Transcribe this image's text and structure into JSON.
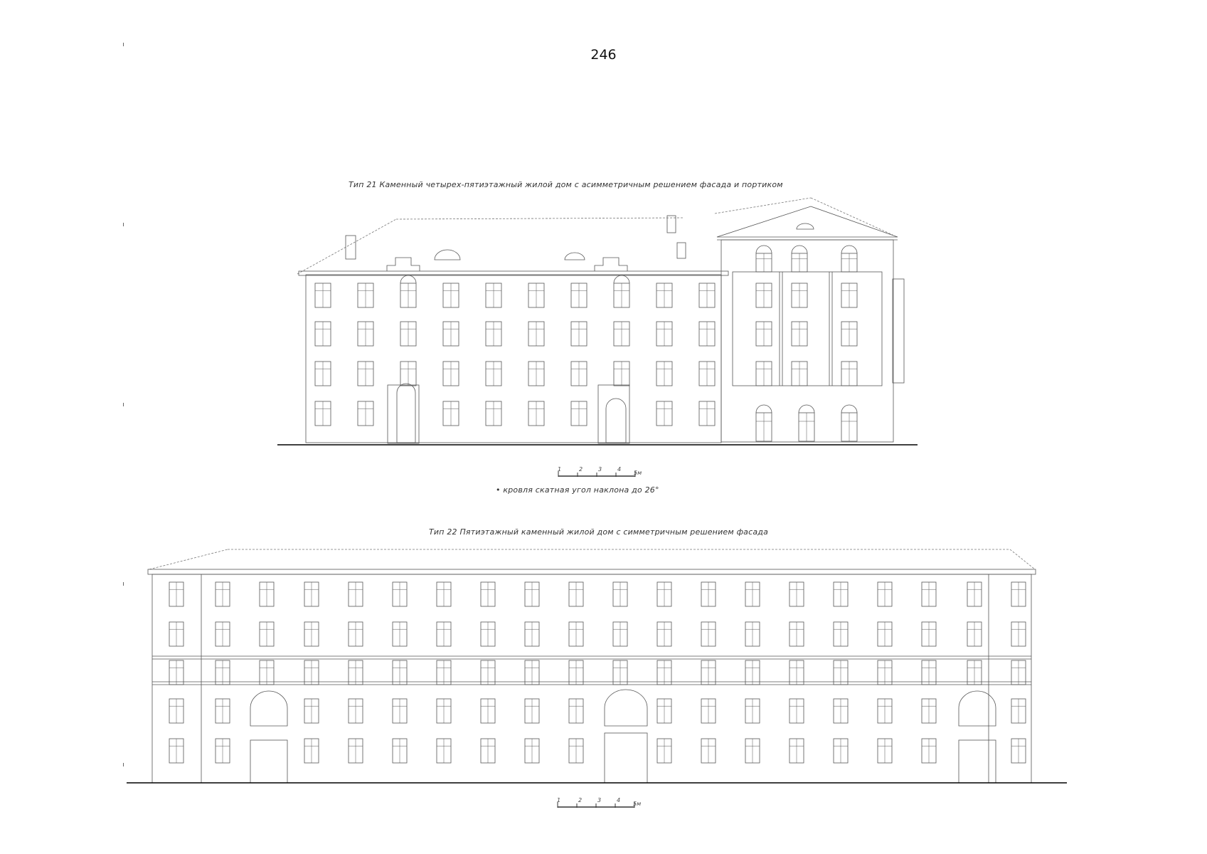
{
  "page": {
    "number": "246"
  },
  "facade_21": {
    "caption": "Тип 21 Каменный четырех-пятиэтажный жилой дом с асимметричным решением фасада и портиком",
    "note": "• кровля скатная угол наклона до 26°",
    "scale_ticks": [
      "1",
      "2",
      "3",
      "4",
      "5м"
    ]
  },
  "facade_22": {
    "caption": "Тип 22 Пятиэтажный каменный жилой дом с симметричным решением фасада",
    "scale_ticks": [
      "1",
      "2",
      "3",
      "4",
      "5м"
    ]
  }
}
